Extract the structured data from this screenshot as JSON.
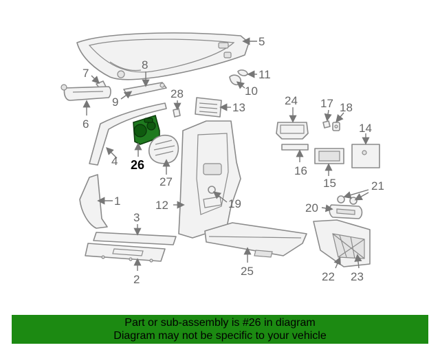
{
  "diagram": {
    "highlighted_part": "26",
    "callouts": {
      "c1": "1",
      "c2": "2",
      "c3": "3",
      "c4": "4",
      "c5": "5",
      "c6": "6",
      "c7": "7",
      "c8": "8",
      "c9": "9",
      "c10": "10",
      "c11": "11",
      "c12": "12",
      "c13": "13",
      "c14": "14",
      "c15": "15",
      "c16": "16",
      "c17": "17",
      "c18": "18",
      "c19": "19",
      "c20": "20",
      "c21": "21",
      "c22": "22",
      "c23": "23",
      "c24": "24",
      "c25": "25",
      "c26": "26",
      "c27": "27",
      "c28": "28"
    }
  },
  "banner": {
    "line1": "Part or sub-assembly is #26 in diagram",
    "line2": "Diagram may not be specific to your vehicle",
    "color": "#1c8a12"
  }
}
